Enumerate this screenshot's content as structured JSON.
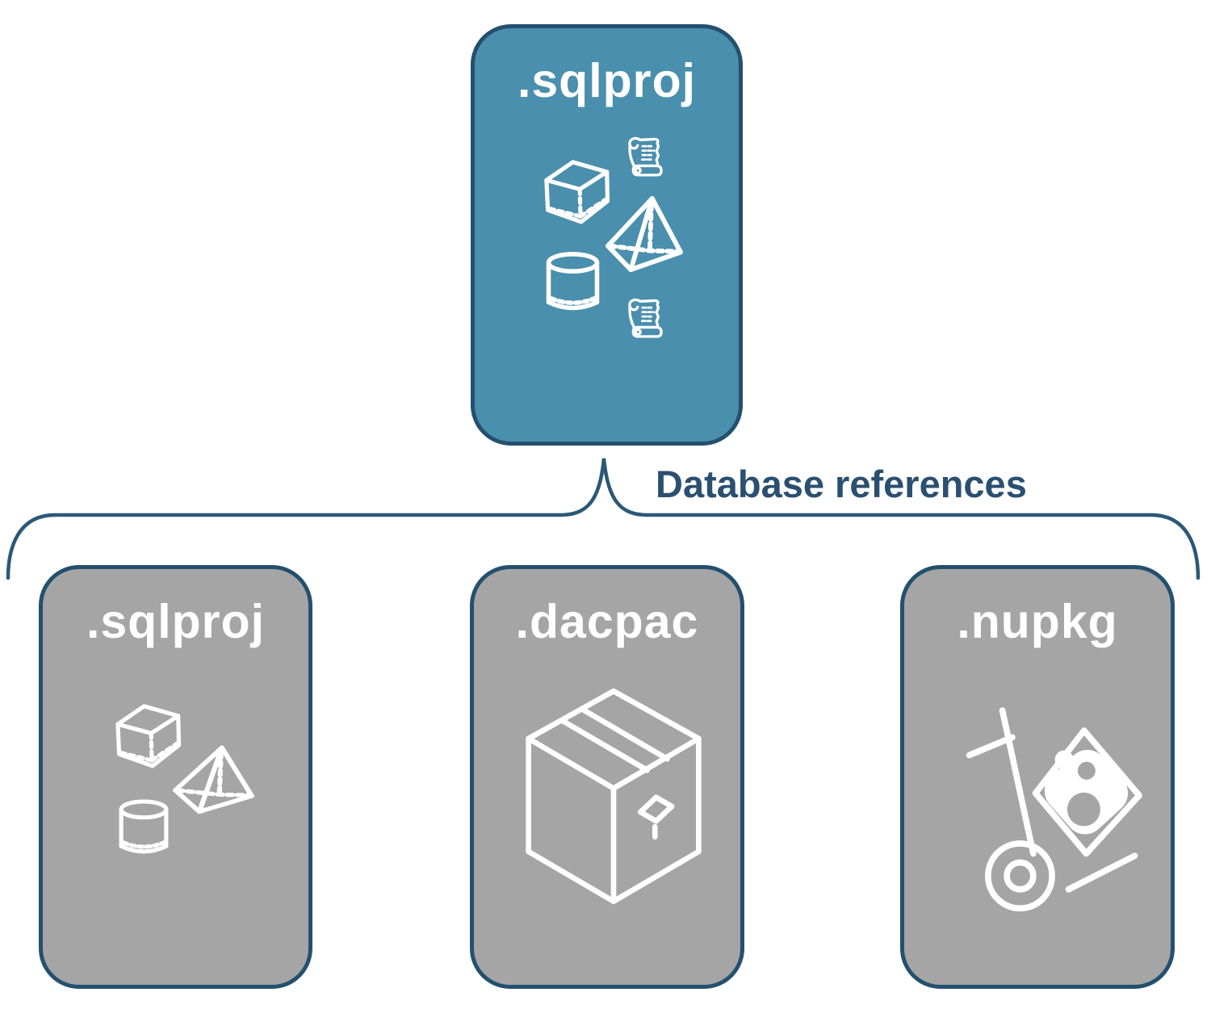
{
  "diagram": {
    "root_card": {
      "label": ".sqlproj",
      "icons": [
        "cube-icon",
        "scroll-icon",
        "pyramid-icon",
        "cylinder-icon",
        "scroll-icon"
      ]
    },
    "connector": {
      "label": "Database references"
    },
    "child_cards": [
      {
        "label": ".sqlproj",
        "icons": [
          "cube-icon",
          "pyramid-icon",
          "cylinder-icon"
        ]
      },
      {
        "label": ".dacpac",
        "icons": [
          "package-box-icon"
        ]
      },
      {
        "label": ".nupkg",
        "icons": [
          "nuget-hand-truck-icon"
        ]
      }
    ],
    "colors": {
      "root_fill": "#4A8FAD",
      "child_fill": "#A5A5A5",
      "card_border": "#24506F",
      "brace_stroke": "#2B5878",
      "connector_text": "#2B4F70",
      "icon_stroke": "#FFFFFF",
      "background": "#FFFFFF"
    }
  }
}
